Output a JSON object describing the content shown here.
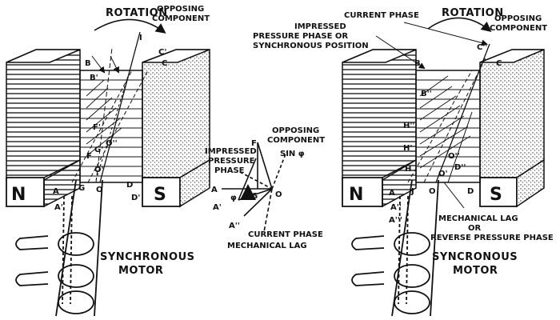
{
  "left": {
    "rotation": "ROTATION",
    "opposing_l1": "OPPOSING",
    "opposing_l2": "COMPONENT",
    "north": "N",
    "south": "S",
    "title_l1": "SYNCHRONOUS",
    "title_l2": "MOTOR",
    "points": {
      "B": "B",
      "Bp": "B'",
      "C": "C",
      "Cp": "C'",
      "A": "A",
      "Ap": "A'",
      "D": "D",
      "Dp": "D'",
      "G": "G",
      "O": "O",
      "F": "F",
      "Fp": "F'",
      "Gp": "G'",
      "Opp": "O''",
      "Op": "O'",
      "I": "I"
    }
  },
  "middle": {
    "opposing_l1": "OPPOSING",
    "opposing_l2": "COMPONENT",
    "sin": "SIN φ",
    "impressed_l1": "IMPRESSED",
    "impressed_l2": "PRESSURE",
    "impressed_l3": "PHASE",
    "F": "F",
    "A": "A",
    "Ap": "A'",
    "App": "A''",
    "G": "G",
    "O": "O",
    "phi": "φ",
    "current_phase": "CURRENT PHASE",
    "mechanical_lag": "MECHANICAL LAG"
  },
  "right": {
    "current_phase": "CURRENT PHASE",
    "rotation": "ROTATION",
    "opposing_l1": "OPPOSING",
    "opposing_l2": "COMPONENT",
    "impressed_l1": "IMPRESSED",
    "impressed_l2": "PRESSURE PHASE OR",
    "impressed_l3": "SYNCHRONOUS POSITION",
    "north": "N",
    "south": "S",
    "mech_l1": "MECHANICAL LAG",
    "mech_l2": "OR",
    "mech_l3": "REVERSE PRESSURE PHASE",
    "title_l1": "SYNCRONOUS",
    "title_l2": "MOTOR",
    "points": {
      "B": "B",
      "C": "C",
      "Cpp": "C''",
      "Bpp": "B''",
      "H": "H",
      "Hp": "H'",
      "Hpp": "H''",
      "A": "A",
      "J": "J",
      "D": "D",
      "Dpp": "D''",
      "App": "A''",
      "Appp": "A'''",
      "Opp": "O''",
      "Op": "O'",
      "O": "O"
    }
  }
}
